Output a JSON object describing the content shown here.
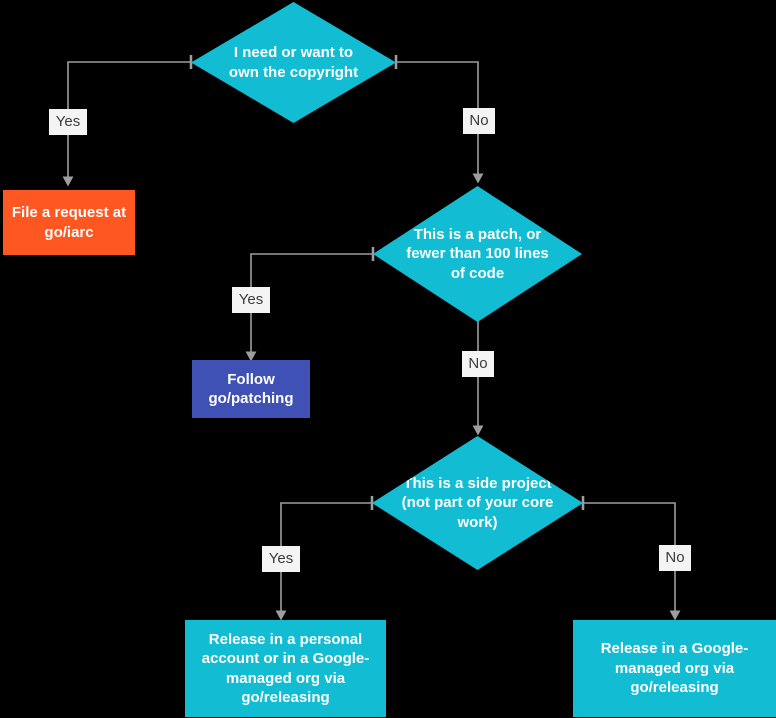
{
  "diagram": {
    "title": "Copyright and release decision flowchart",
    "background_color": "#000000",
    "colors": {
      "decision": "#12BDD4",
      "action_orange": "#FF5722",
      "action_purple": "#3F51B5",
      "action_cyan": "#12BDD4",
      "connector": "#9e9e9e",
      "label_background": "#f4f4f4",
      "label_text": "#3c3c3c",
      "node_text": "#ffffff"
    },
    "nodes": [
      {
        "id": "decision-copyright",
        "type": "decision",
        "text": "I need or want to own the copyright"
      },
      {
        "id": "action-file-iarc",
        "type": "action",
        "text": "File a request at go/iarc"
      },
      {
        "id": "decision-patch",
        "type": "decision",
        "text": "This is a patch, or fewer than 100 lines of code"
      },
      {
        "id": "action-follow-patching",
        "type": "action",
        "text": "Follow go/patching"
      },
      {
        "id": "decision-side-project",
        "type": "decision",
        "text": "This is a side project (not part of your core work)"
      },
      {
        "id": "action-release-personal",
        "type": "action",
        "text": "Release in a personal account or in a Google-managed org via go/releasing"
      },
      {
        "id": "action-release-google",
        "type": "action",
        "text": "Release in a Google-managed org via go/releasing"
      }
    ],
    "edges": [
      {
        "id": "edge-copyright-yes",
        "from": "decision-copyright",
        "to": "action-file-iarc",
        "label": "Yes"
      },
      {
        "id": "edge-copyright-no",
        "from": "decision-copyright",
        "to": "decision-patch",
        "label": "No"
      },
      {
        "id": "edge-patch-yes",
        "from": "decision-patch",
        "to": "action-follow-patching",
        "label": "Yes"
      },
      {
        "id": "edge-patch-no",
        "from": "decision-patch",
        "to": "decision-side-project",
        "label": "No"
      },
      {
        "id": "edge-side-yes",
        "from": "decision-side-project",
        "to": "action-release-personal",
        "label": "Yes"
      },
      {
        "id": "edge-side-no",
        "from": "decision-side-project",
        "to": "action-release-google",
        "label": "No"
      }
    ]
  }
}
